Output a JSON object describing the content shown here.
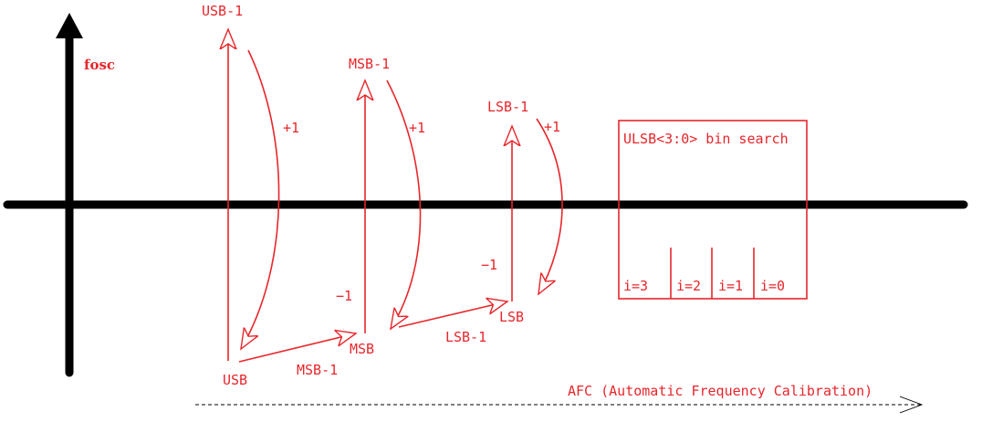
{
  "labels": {
    "y_axis": "fosc",
    "top_usb": "USB-1",
    "top_msb": "MSB-1",
    "top_lsb": "LSB-1",
    "plus_usb": "+1",
    "plus_msb": "+1",
    "plus_lsb": "+1",
    "minus_msb": "−1",
    "minus_lsb": "−1",
    "bottom_usb": "USB",
    "bottom_msb": "MSB",
    "bottom_lsb": "LSB",
    "step_msb": "MSB-1",
    "step_lsb": "LSB-1",
    "afc": "AFC (Automatic Frequency Calibration)"
  },
  "search_box": {
    "title": "ULSB<3:0> bin search",
    "cells": [
      "i=3",
      "i=2",
      "i=1",
      "i=0"
    ]
  },
  "colors": {
    "accent": "#e8262b",
    "axis": "#000000",
    "background": "#ffffff"
  }
}
